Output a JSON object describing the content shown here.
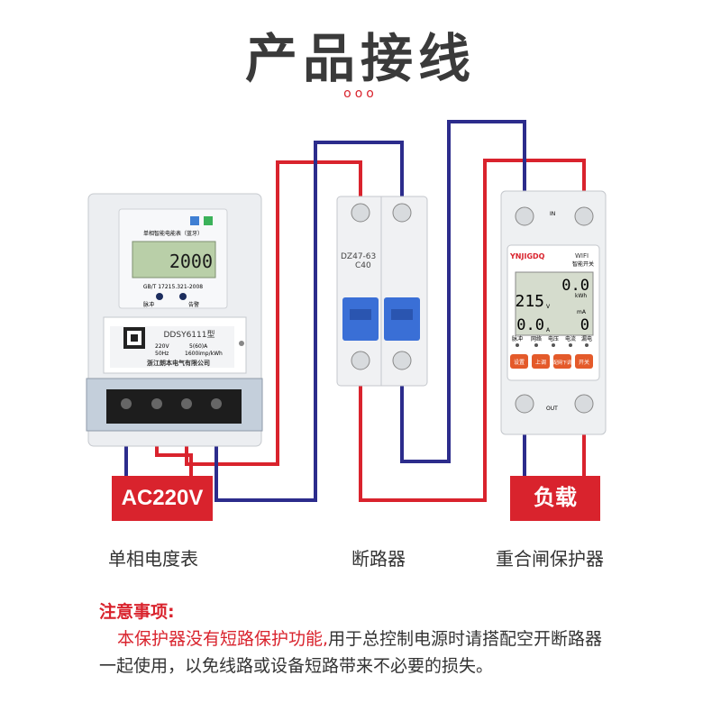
{
  "title": "产品接线",
  "decor_dots": "ooo",
  "colors": {
    "live": "#d9232d",
    "neutral": "#2c2c8c",
    "accent": "#d9232d"
  },
  "meter": {
    "top_label": "单相智能电能表（蓝牙）",
    "reading": "2000",
    "standard": "GB/T 17215.321-2008",
    "pulse_label": "脉冲",
    "alarm_label": "告警",
    "model": "DDSY6111型",
    "specs": [
      "220V",
      "5(60)A",
      "50Hz",
      "1600imp/kWh"
    ],
    "maker": "浙江朗本电气有限公司",
    "caption": "单相电度表"
  },
  "breaker": {
    "model": "DZ47-63",
    "rating": "C40",
    "caption": "断路器"
  },
  "protector": {
    "brand": "YNJIGDQ",
    "wifi_label": "WIFI",
    "subtitle": "智能开关",
    "voltage": "215",
    "voltage_unit": "V",
    "energy": "0.0",
    "energy_unit": "kWh",
    "current": "0.0",
    "current_unit": "A",
    "leak": "0",
    "leak_unit": "mA",
    "indicators": [
      "脉冲",
      "网络",
      "电压",
      "电流",
      "漏电"
    ],
    "buttons": [
      "设置",
      "上调",
      "配网下调",
      "开关"
    ],
    "in_label": "IN",
    "out_label": "OUT",
    "caption": "重合闸保护器"
  },
  "source_label": "AC220V",
  "load_label": "负载",
  "note": {
    "heading": "注意事项:",
    "highlight": "本保护器没有短路保护功能,",
    "body": "用于总控制电源时请搭配空开断路器一起使用，以免线路或设备短路带来不必要的损失。"
  }
}
